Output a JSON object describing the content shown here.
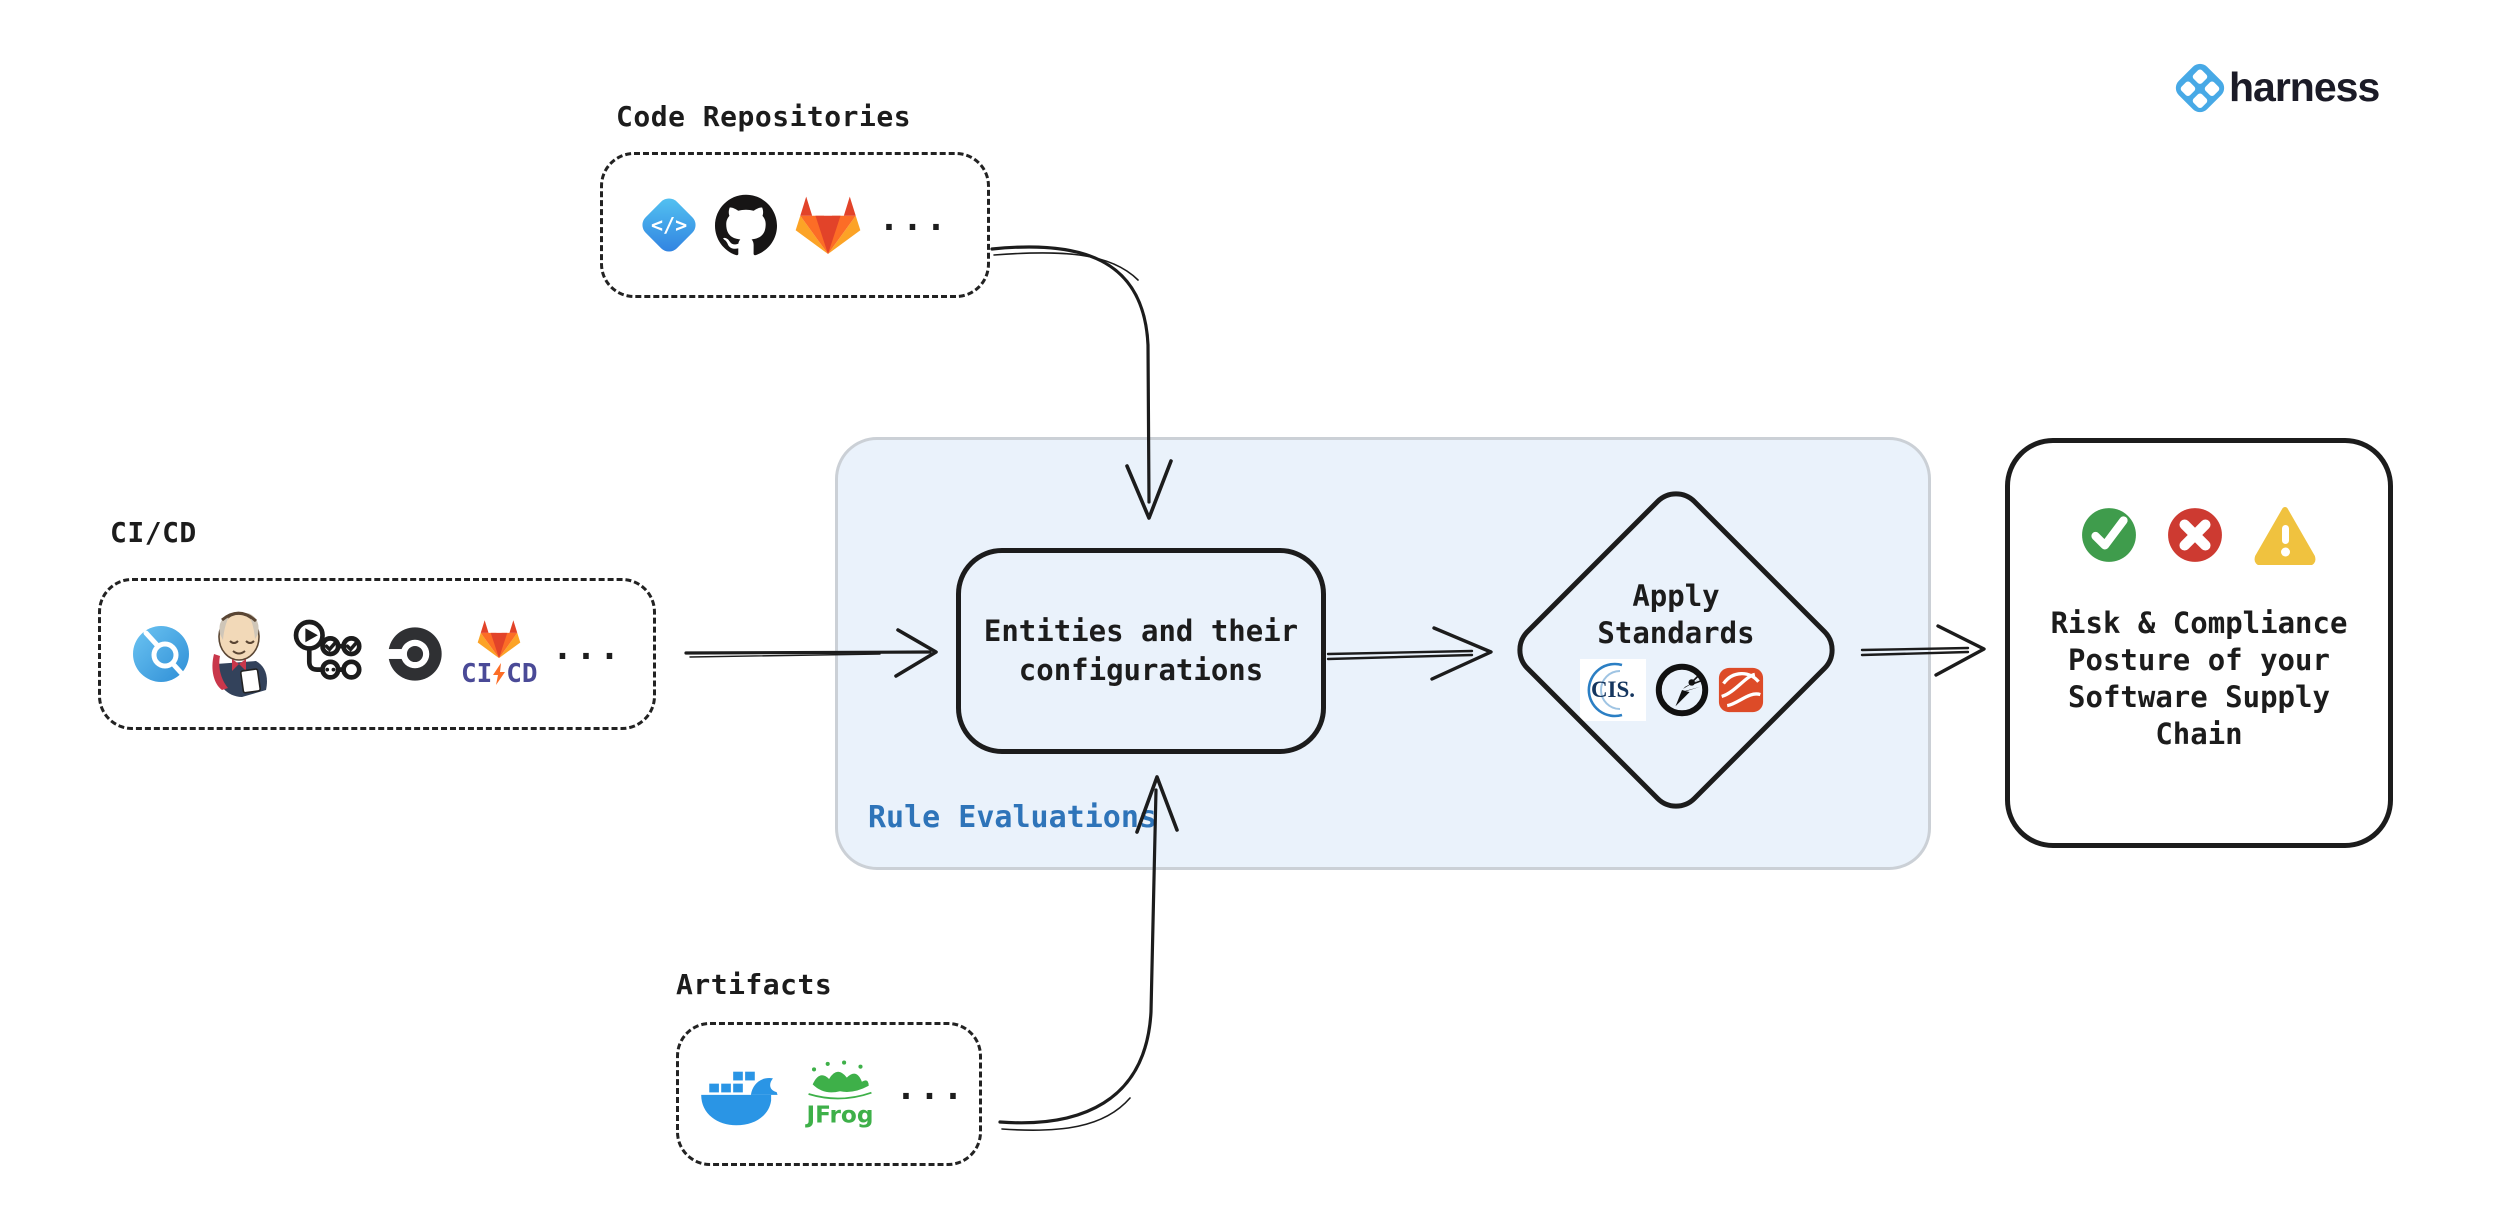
{
  "brand": {
    "name": "harness",
    "logo_color": "#47a9e6"
  },
  "code_repositories": {
    "label": "Code Repositories",
    "harness_code_glyph": "</>",
    "icons": [
      "harness-code",
      "github",
      "gitlab"
    ],
    "ellipsis": "..."
  },
  "cicd": {
    "label": "CI/CD",
    "icons": [
      "harness-ci",
      "jenkins",
      "github-actions",
      "circleci",
      "gitlab-cicd"
    ],
    "gitlab_ci": "CI",
    "gitlab_cd": "CD",
    "ellipsis": "..."
  },
  "artifacts": {
    "label": "Artifacts",
    "icons": [
      "docker",
      "jfrog"
    ],
    "jfrog_label": "JFrog",
    "ellipsis": "..."
  },
  "rule_panel": {
    "label": "Rule Evaluations",
    "label_color": "#2e74b9",
    "fill": "#eaf2fb"
  },
  "entities_box": {
    "line1": "Entities and their",
    "line2": "configurations"
  },
  "standards": {
    "line1": "Apply",
    "line2": "Standards",
    "cis_label": "CIS.",
    "icons": [
      "cis",
      "owasp",
      "orange-standard"
    ]
  },
  "outcome_box": {
    "lines": [
      "Risk & Compliance",
      "Posture of your",
      "Software Supply",
      "Chain"
    ],
    "status_icons": [
      "check",
      "cross",
      "warning"
    ],
    "status_colors": {
      "success": "#3f9c4c",
      "error": "#cd3a31",
      "warning": "#f0c23f"
    }
  }
}
